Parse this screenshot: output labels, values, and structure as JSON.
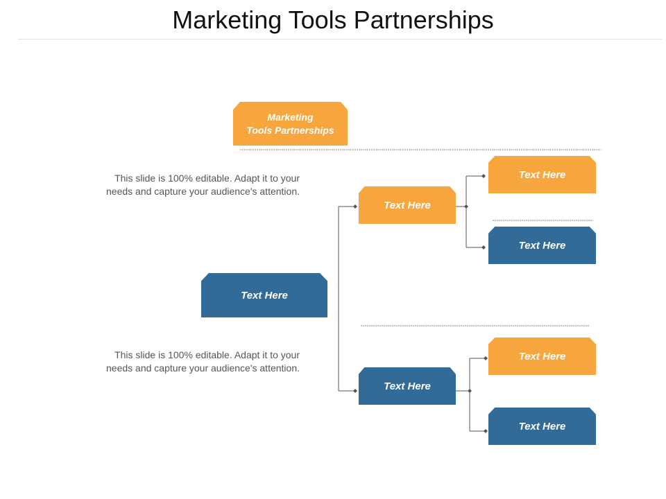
{
  "title": "Marketing Tools Partnerships",
  "colors": {
    "orange": "#f7a63e",
    "blue": "#336b98",
    "connector": "#555555"
  },
  "root": {
    "line1": "Marketing",
    "line2": "Tools Partnerships"
  },
  "left_node": "Text Here",
  "branches": [
    {
      "label": "Text Here",
      "children": [
        "Text Here",
        "Text Here"
      ]
    },
    {
      "label": "Text Here",
      "children": [
        "Text Here",
        "Text Here"
      ]
    }
  ],
  "descriptions": [
    {
      "line1": "This slide is 100% editable. Adapt it to your",
      "line2": "needs and capture your audience's attention."
    },
    {
      "line1": "This slide is 100% editable. Adapt it to your",
      "line2": "needs and capture your audience's attention."
    }
  ]
}
